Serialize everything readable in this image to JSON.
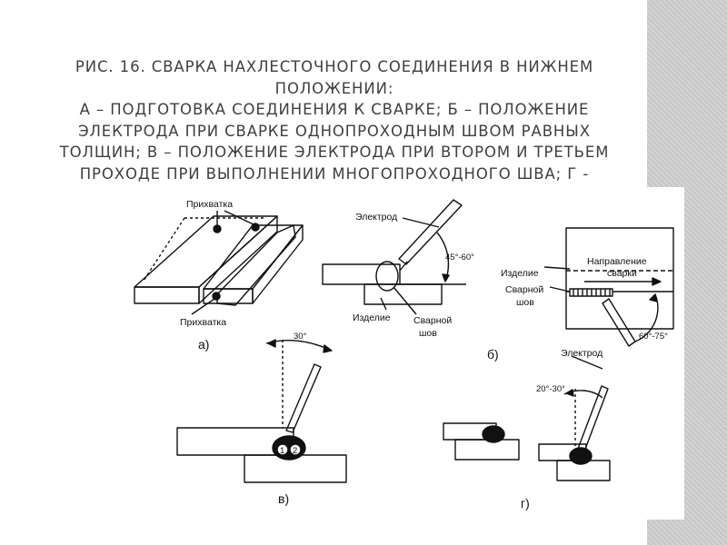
{
  "title_lines": [
    "РИС. 16. СВАРКА НАХЛЕСТОЧНОГО СОЕДИНЕНИЯ В НИЖНЕМ",
    "ПОЛОЖЕНИИ:",
    "А – ПОДГОТОВКА СОЕДИНЕНИЯ К СВАРКЕ; Б – ПОЛОЖЕНИЕ",
    "ЭЛЕКТРОДА ПРИ СВАРКЕ ОДНОПРОХОДНЫМ ШВОМ РАВНЫХ",
    "ТОЛЩИН; В – ПОЛОЖЕНИЕ ЭЛЕКТРОДА ПРИ ВТОРОМ И ТРЕТЬЕМ",
    "ПРОХОДЕ ПРИ ВЫПОЛНЕНИИ МНОГОПРОХОДНОГО ШВА; Г -",
    "ПОЛОЖ"
  ],
  "panel_a": {
    "tack_top": "Прихватка",
    "tack_bottom": "Прихватка",
    "caption": "а)"
  },
  "panel_b": {
    "electrode": "Электрод",
    "angle": "45°-60°",
    "workpiece": "Изделие",
    "weld_1": "Сварной",
    "weld_2": "шов",
    "caption": "б)"
  },
  "panel_c": {
    "angle": "30°",
    "pass_1": "1",
    "pass_2": "2",
    "caption": "в)"
  },
  "panel_d": {
    "direction_1": "Направление",
    "direction_2": "сварки",
    "workpiece": "Изделие",
    "weld_1": "Сварной",
    "weld_2": "шов",
    "angle": "60°-75°"
  },
  "panel_e": {
    "electrode": "Электрод",
    "angle": "20°-30°",
    "caption": "г)"
  },
  "colors": {
    "stripe": "#cccccc",
    "title": "#3f3f3f",
    "ink": "#111111"
  }
}
